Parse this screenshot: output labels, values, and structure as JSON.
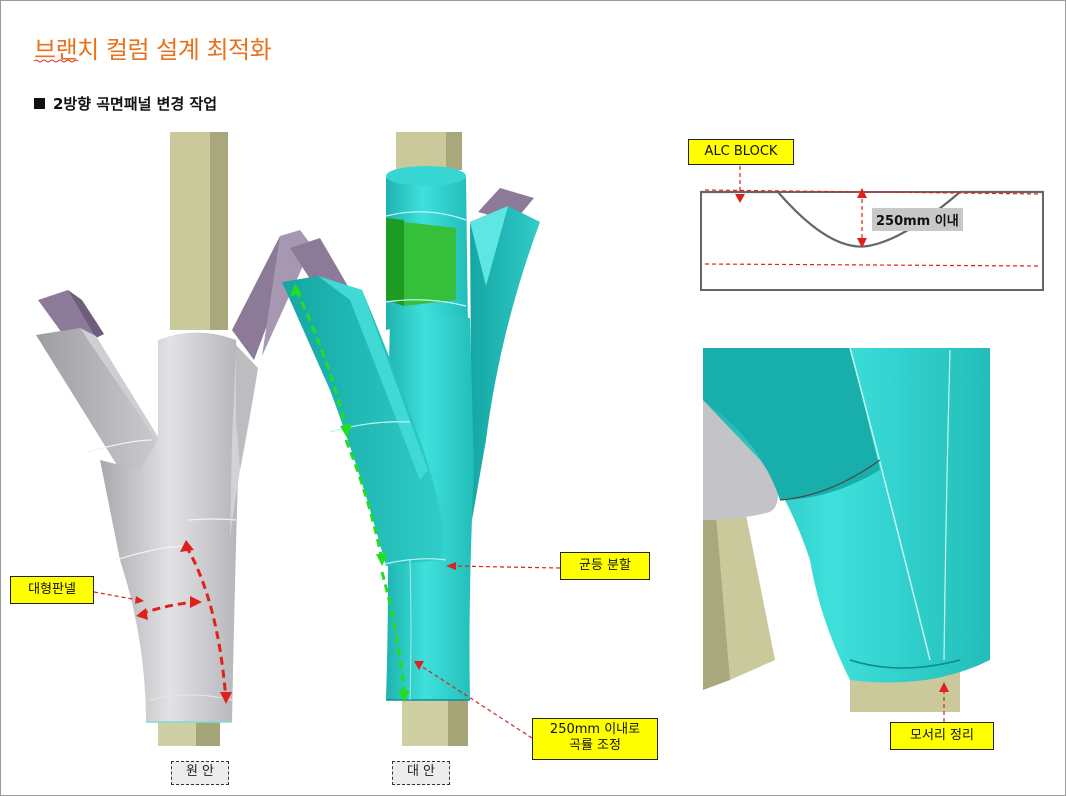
{
  "title": "브랜치 컬럼 설계 최적화",
  "subtitle": "2방향 곡면패널 변경 작업",
  "callouts": {
    "alc_block": "ALC BLOCK",
    "depth_note": "250mm 이내",
    "large_panel": "대형판넬",
    "even_split": "균등 분할",
    "curvature_line1": "250mm 이내로",
    "curvature_line2": "곡률 조정",
    "edge_cleanup": "모서리 정리"
  },
  "captions": {
    "original": "원 안",
    "alternative": "대 안"
  },
  "colors": {
    "title": "#e8731c",
    "callout_fill": "#ffff00",
    "arrow_red": "#e0201c",
    "arrow_green": "#22dd22",
    "panel_cyan": "#2ad0cc",
    "panel_gray": "#c9c9cc",
    "column_khaki": "#c9c99b",
    "beam_purple": "#8c7a98"
  }
}
